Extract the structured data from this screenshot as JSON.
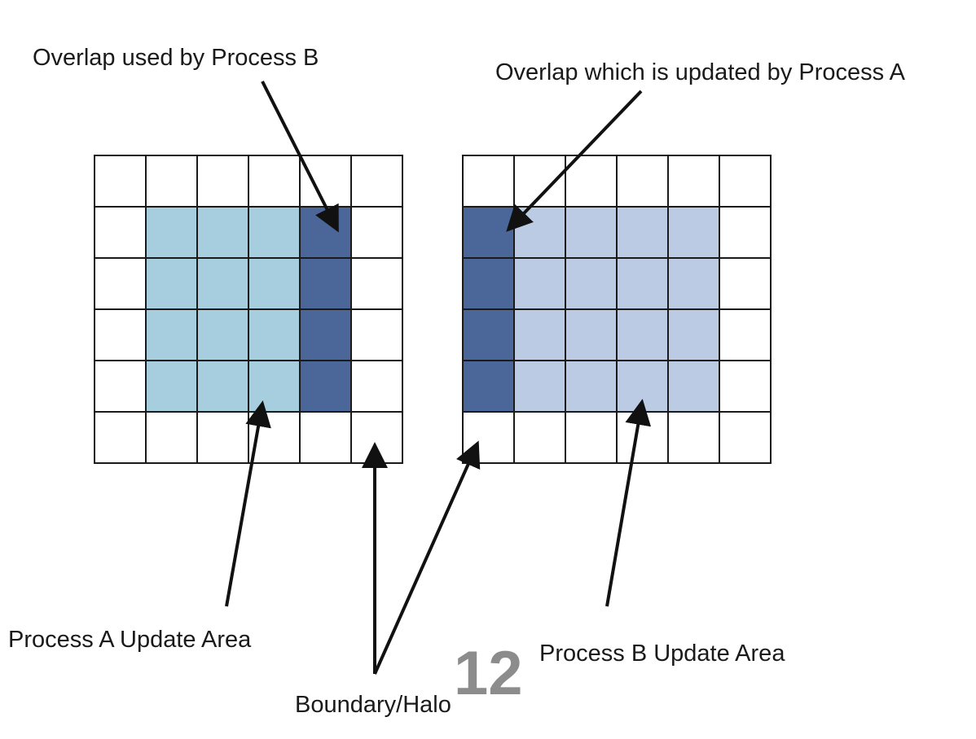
{
  "labels": {
    "overlap_b": "Overlap used by Process B",
    "overlap_a": "Overlap which is updated by Process A",
    "process_a": "Process A Update Area",
    "process_b": "Process B Update Area",
    "boundary": "Boundary/Halo",
    "page_number": "12"
  },
  "colors": {
    "process_a_fill": "#a6cedf",
    "process_b_fill": "#bccbe4",
    "overlap_fill": "#4b6799",
    "halo_fill": "#ffffff",
    "grid_line": "#1a1a1a",
    "page_number": "#8c8c8c"
  },
  "grids": [
    {
      "name": "process-a-grid",
      "rows": 6,
      "cols": 6,
      "cells": [
        [
          "h",
          "h",
          "h",
          "h",
          "h",
          "h"
        ],
        [
          "h",
          "a",
          "a",
          "a",
          "o",
          "h"
        ],
        [
          "h",
          "a",
          "a",
          "a",
          "o",
          "h"
        ],
        [
          "h",
          "a",
          "a",
          "a",
          "o",
          "h"
        ],
        [
          "h",
          "a",
          "a",
          "a",
          "o",
          "h"
        ],
        [
          "h",
          "h",
          "h",
          "h",
          "h",
          "h"
        ]
      ]
    },
    {
      "name": "process-b-grid",
      "rows": 6,
      "cols": 6,
      "cells": [
        [
          "h",
          "h",
          "h",
          "h",
          "h",
          "h"
        ],
        [
          "o",
          "b",
          "b",
          "b",
          "b",
          "h"
        ],
        [
          "o",
          "b",
          "b",
          "b",
          "b",
          "h"
        ],
        [
          "o",
          "b",
          "b",
          "b",
          "b",
          "h"
        ],
        [
          "o",
          "b",
          "b",
          "b",
          "b",
          "h"
        ],
        [
          "h",
          "h",
          "h",
          "h",
          "h",
          "h"
        ]
      ]
    }
  ]
}
